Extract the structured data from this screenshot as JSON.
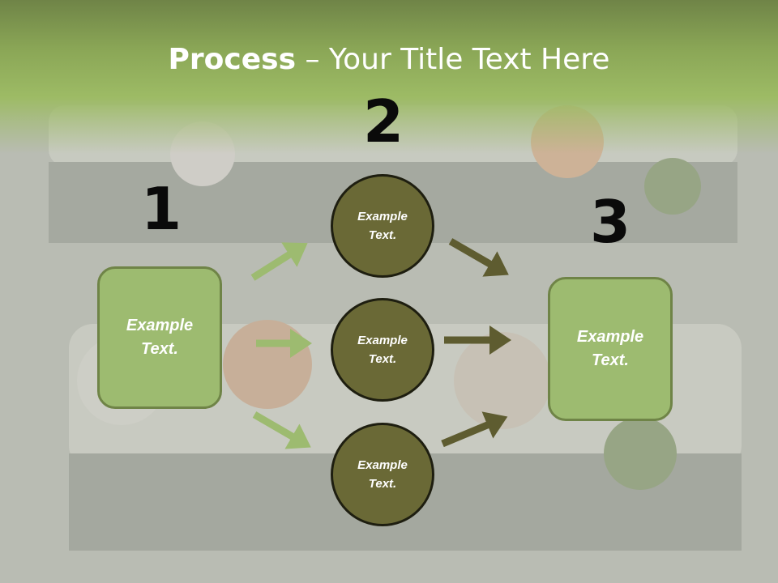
{
  "slide": {
    "title_bold": "Process",
    "title_rest": " – Your Title Text Here",
    "steps": [
      "1",
      "2",
      "3"
    ],
    "left_box": "Example\nText.",
    "right_box": "Example\nText.",
    "circles": [
      "Example\nText.",
      "Example\nText.",
      "Example\nText."
    ]
  },
  "colors": {
    "header_green": "#9dbb65",
    "box_fill": "#9dbb70",
    "circle_fill": "#6a6936",
    "arrow_light": "#9dbb70",
    "arrow_dark": "#5e5c30"
  }
}
